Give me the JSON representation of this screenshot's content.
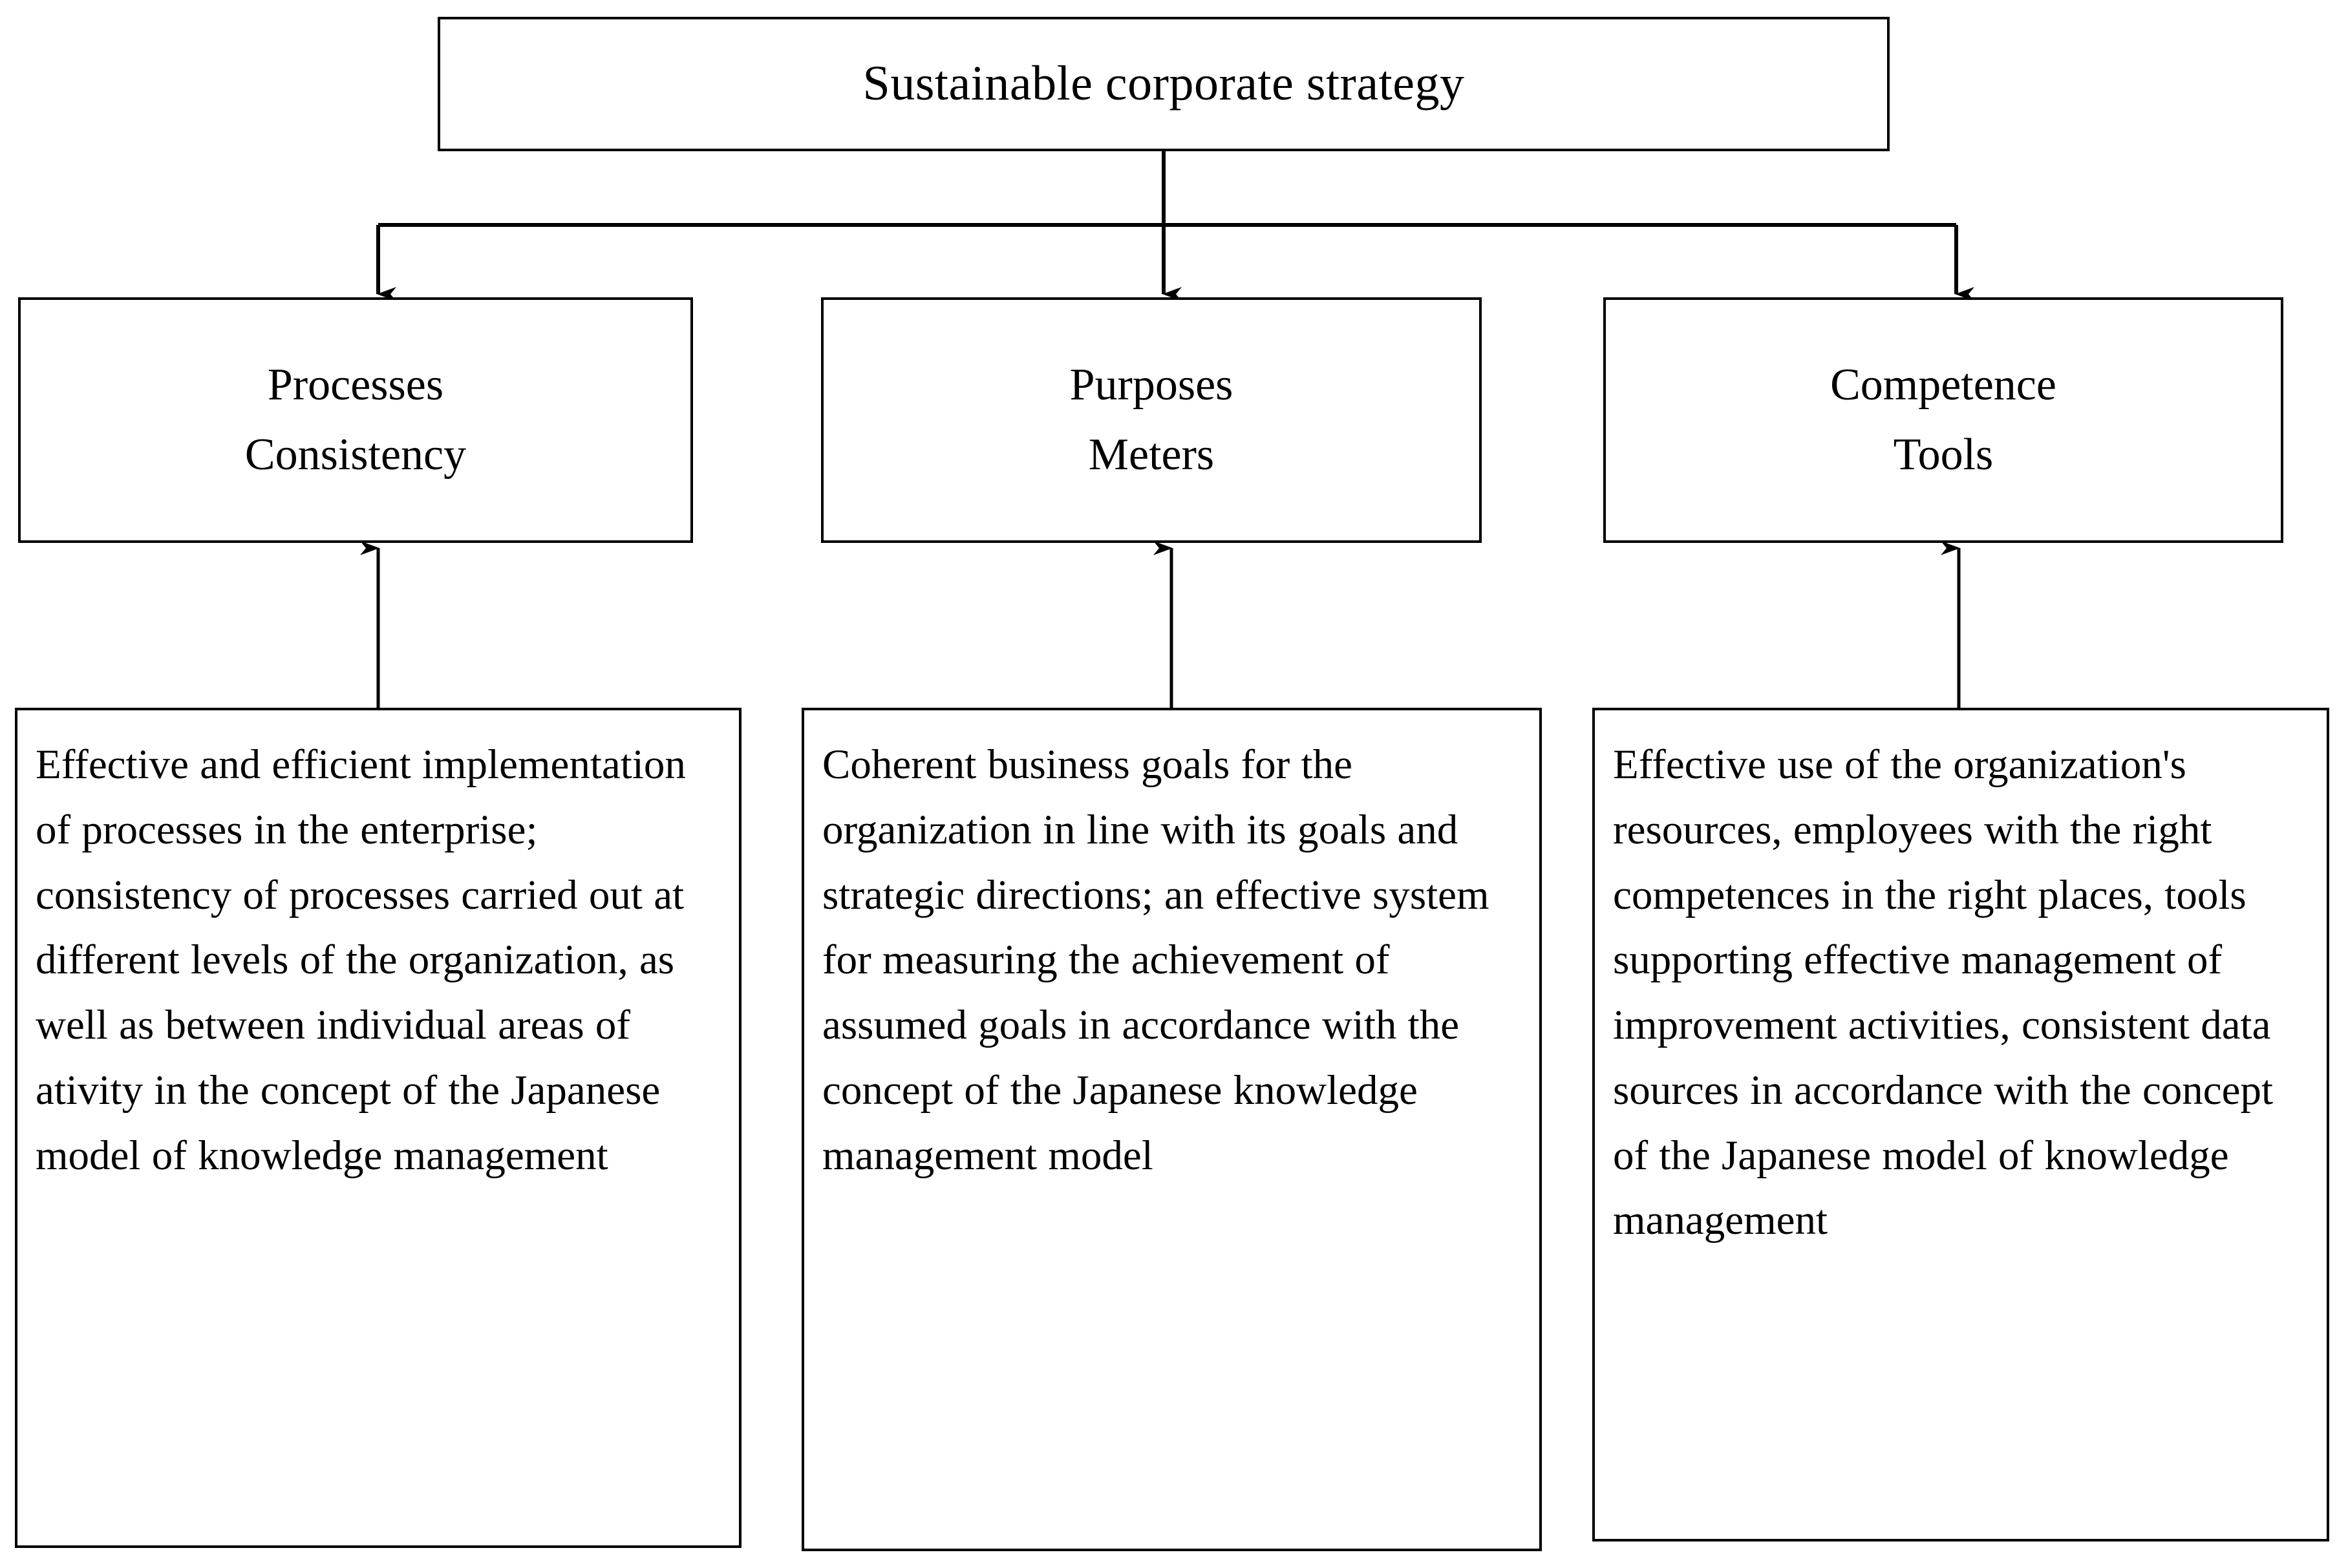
{
  "diagram": {
    "title_node": {
      "label": "Sustainable corporate strategy"
    },
    "pillars": [
      {
        "line1": "Processes",
        "line2": "Consistency",
        "detail": "Effective and efficient implementation of processes in the enterprise; consistency of processes carried out at different levels of the organization, as well as between individual areas of ativity in the concept of the Japanese model of knowledge management"
      },
      {
        "line1": "Purposes",
        "line2": "Meters",
        "detail": "Coherent business goals for the organization in line with its goals and strategic directions; an effective system for measuring the achievement of assumed goals in accordance with the concept of the Japanese knowledge management model"
      },
      {
        "line1": "Competence",
        "line2": "Tools",
        "detail": "Effective use of the organization's resources, employees with the right competences in the right places, tools supporting effective management of improvement activities, consistent data sources in accordance with the concept of the Japanese model of knowledge management"
      }
    ],
    "colors": {
      "stroke": "#000000",
      "background": "#ffffff",
      "text": "#000000"
    }
  }
}
